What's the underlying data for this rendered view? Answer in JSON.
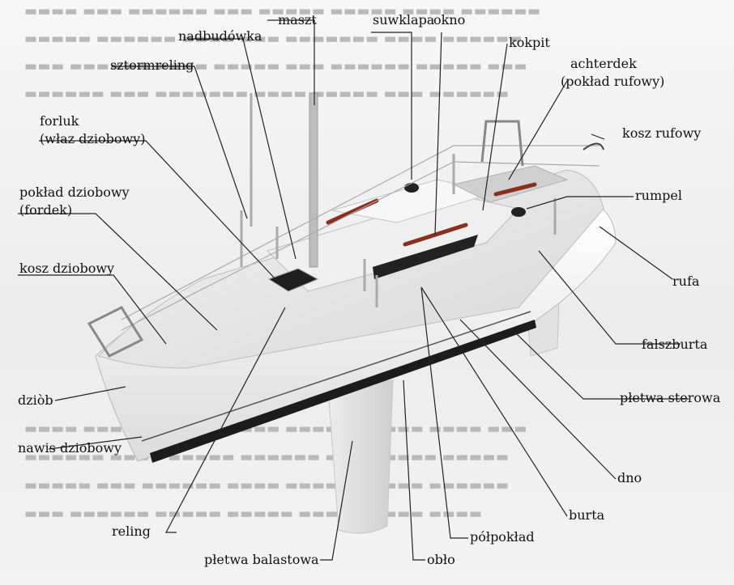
{
  "diagram": {
    "labels": {
      "maszt": "maszt",
      "suwklapa": "suwklapa",
      "okno": "okno",
      "nadbudowka": "nadbudówka",
      "kokpit": "kokpit",
      "sztormreling": "sztormreling",
      "achterdek_1": "achterdek",
      "achterdek_2": "(pokład rufowy)",
      "forluk_1": "forluk",
      "forluk_2": "(właz dziobowy)",
      "kosz_rufowy": "kosz rufowy",
      "poklad_dziobowy_1": "pokład dziobowy",
      "poklad_dziobowy_2": "(fordek)",
      "rumpel": "rumpel",
      "kosz_dziobowy": "kosz dziobowy",
      "rufa": "rufa",
      "falszburta": "falszburta",
      "dziob": "dziòb",
      "pletwa_sterowa": "płetwa sterowa",
      "nawis_dziobowy": "nawis dziobowy",
      "dno": "dno",
      "burta": "burta",
      "reling": "reling",
      "polpoklad": "półpokład",
      "oblo": "obło",
      "pletwa_balastowa": "płetwa balastowa"
    },
    "colors": {
      "hull": "#f4f4f4",
      "deck": "#e6e6e6",
      "stripe": "#1c1c1c",
      "accent": "#8a2e1e",
      "line": "#222222"
    }
  }
}
